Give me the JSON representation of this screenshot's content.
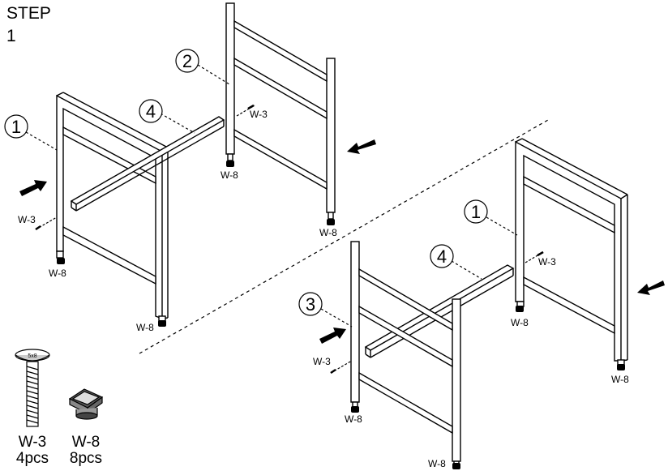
{
  "step": {
    "label": "STEP",
    "number": "1"
  },
  "callouts": {
    "left_side_panel": "1",
    "left_back_panel": "2",
    "left_crossbar": "4",
    "right_side_panel": "1",
    "right_front_panel": "3",
    "right_crossbar": "4"
  },
  "hardware_labels": {
    "screw": "W-3",
    "foot": "W-8"
  },
  "parts_list": [
    {
      "code": "W-3",
      "qty": "4pcs",
      "icon": "screw-icon",
      "head_mark": "5x8"
    },
    {
      "code": "W-8",
      "qty": "8pcs",
      "icon": "foot-cap-icon"
    }
  ],
  "colors": {
    "line": "#000000",
    "background": "#ffffff"
  }
}
